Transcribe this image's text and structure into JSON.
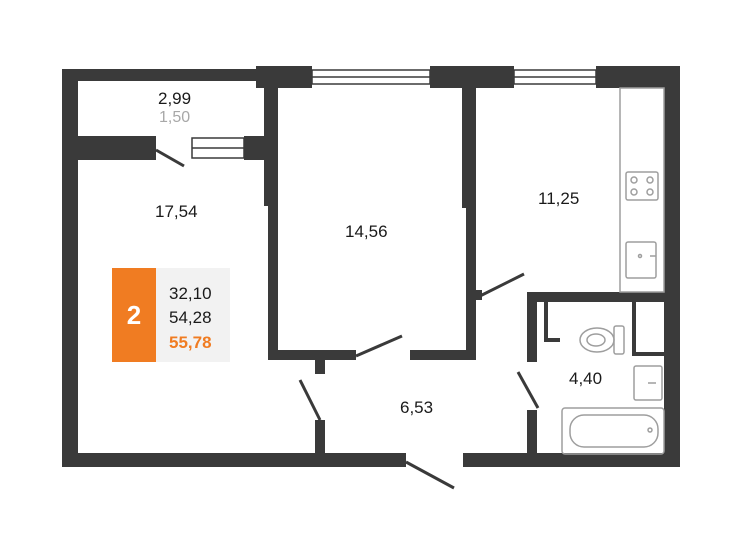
{
  "rooms": {
    "balcony_total": "2,99",
    "balcony_reduced": "1,50",
    "living_room": "17,54",
    "bedroom": "14,56",
    "kitchen": "11,25",
    "hall": "6,53",
    "bathroom": "4,40"
  },
  "summary": {
    "rooms_count": "2",
    "living_area": "32,10",
    "total_area": "54,28",
    "total_with_balcony": "55,78"
  },
  "colors": {
    "wall": "#3a3a3a",
    "accent": "#f07c22",
    "fixture": "#9e9e9e",
    "badge_bg": "#f2f2f2"
  },
  "icons": [
    "stove-icon",
    "sink-icon",
    "toilet-icon",
    "washbasin-icon",
    "bathtub-icon",
    "window-icon",
    "door-icon"
  ]
}
